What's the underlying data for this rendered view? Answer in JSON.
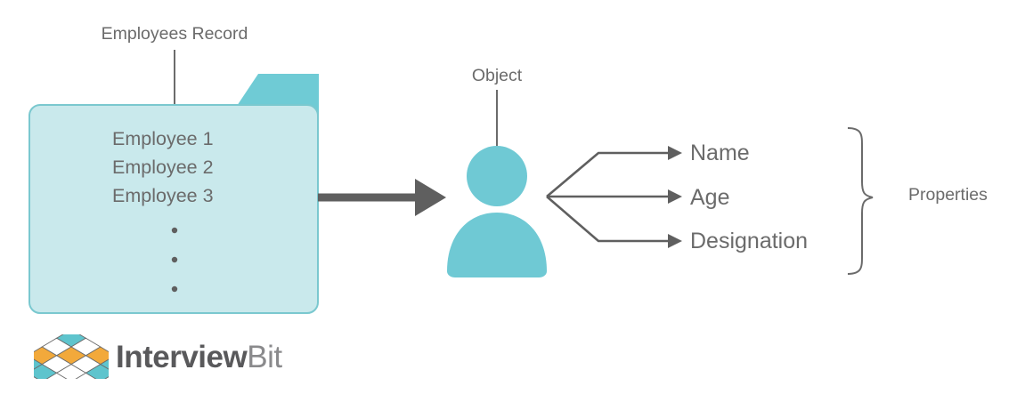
{
  "diagram": {
    "title_label": "Employees Record",
    "object_label": "Object",
    "properties_label": "Properties",
    "folder": {
      "items": [
        "Employee 1",
        "Employee 2",
        "Employee 3"
      ],
      "ellipsis_dots": 3,
      "body_color": "#c9e9ec",
      "tab_color": "#6fcbd5",
      "border_color": "#7ac8cf"
    },
    "object_icon": {
      "name": "person-icon",
      "color": "#6fc9d4"
    },
    "properties": [
      "Name",
      "Age",
      "Designation"
    ],
    "arrow_color": "#5f5f5f",
    "text_color": "#6b6b6b"
  },
  "logo": {
    "text_primary": "Interview",
    "text_secondary": "Bit",
    "colors": {
      "teal": "#5ec4cd",
      "orange": "#f2a93b",
      "white": "#ffffff",
      "outline": "#6b6b6b"
    },
    "diamonds": [
      {
        "row": 0,
        "col": 0,
        "fill": "teal"
      },
      {
        "row": 1,
        "col": 0,
        "fill": "white"
      },
      {
        "row": 1,
        "col": 1,
        "fill": "white"
      },
      {
        "row": 2,
        "col": 0,
        "fill": "orange"
      },
      {
        "row": 2,
        "col": 1,
        "fill": "orange"
      },
      {
        "row": 2,
        "col": 2,
        "fill": "orange"
      },
      {
        "row": 3,
        "col": 0,
        "fill": "teal"
      },
      {
        "row": 3,
        "col": 1,
        "fill": "white"
      },
      {
        "row": 3,
        "col": 2,
        "fill": "white"
      },
      {
        "row": 3,
        "col": 3,
        "fill": "teal"
      },
      {
        "row": 4,
        "col": 0,
        "fill": "teal"
      },
      {
        "row": 4,
        "col": 1,
        "fill": "teal"
      },
      {
        "row": 4,
        "col": 2,
        "fill": "white"
      },
      {
        "row": 4,
        "col": 3,
        "fill": "teal"
      },
      {
        "row": 4,
        "col": 4,
        "fill": "teal"
      }
    ]
  }
}
